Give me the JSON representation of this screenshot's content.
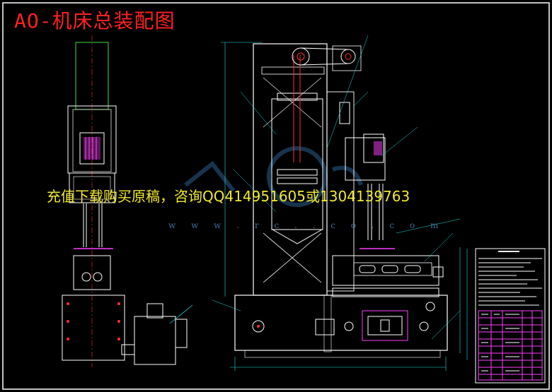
{
  "drawing": {
    "title": "AO-机床总装配图",
    "promo_text": "充值下载购买原稿，咨询QQ414951605或1304139763",
    "watermark_url": "w w w . r c . . c o . c o m"
  },
  "colors": {
    "background": "#000000",
    "border": "#ffffff",
    "title": "#ff2020",
    "promo": "#f2ea2e",
    "line_white": "#ffffff",
    "line_green": "#40e040",
    "line_cyan": "#20e0e0",
    "line_magenta": "#ff40ff",
    "line_red": "#ff3030",
    "watermark": "#2a5f8f"
  },
  "icons": {
    "watermark_logo": "watermark-logo-icon",
    "motor": "motor-icon",
    "pulley": "pulley-icon"
  }
}
